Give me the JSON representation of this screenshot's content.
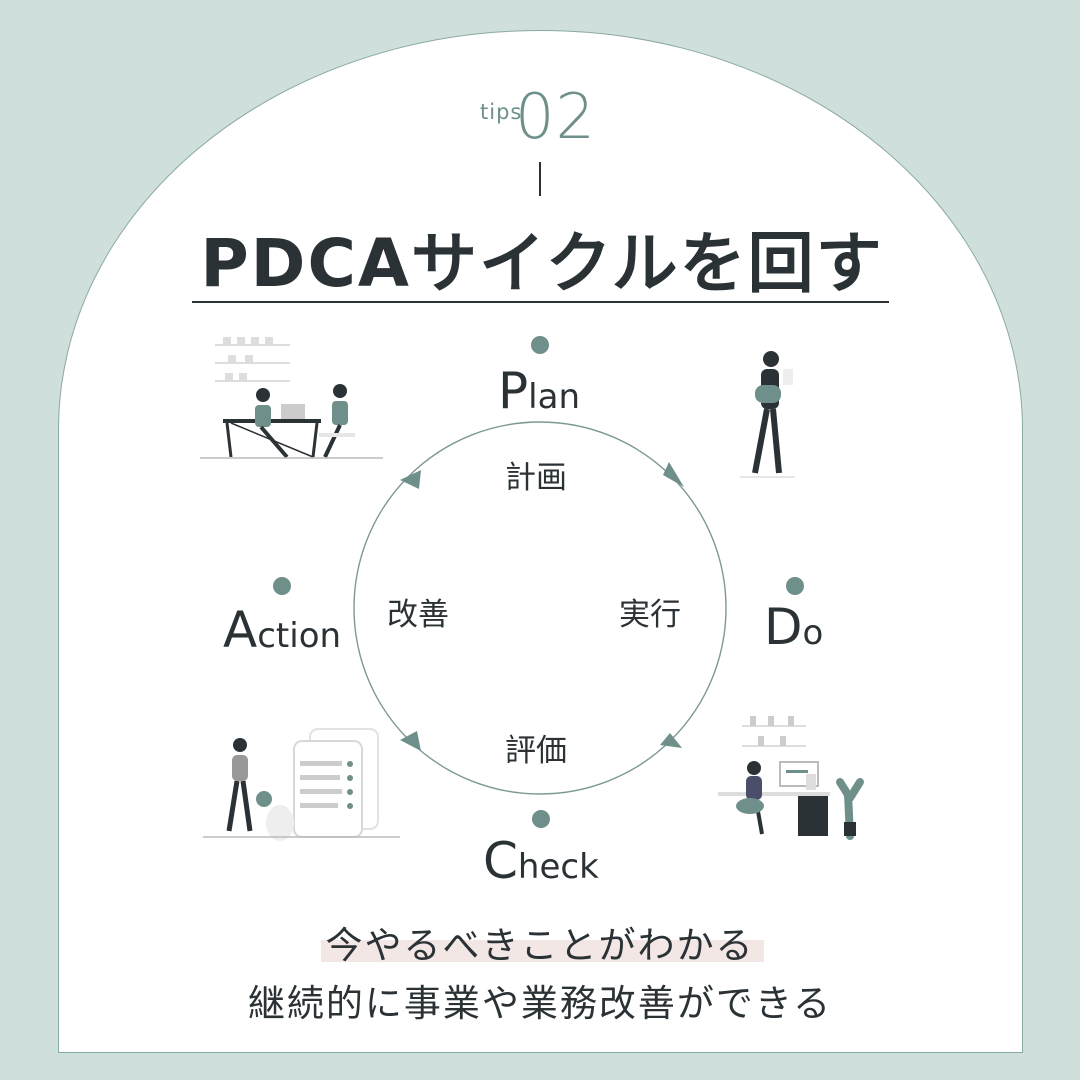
{
  "header": {
    "tips_word": "tips",
    "tips_number": "02",
    "title": "PDCAサイクルを回す"
  },
  "cycle": {
    "plan": {
      "initial": "P",
      "rest": "lan",
      "inner": "計画"
    },
    "do": {
      "initial": "D",
      "rest": "o",
      "inner": "実行"
    },
    "check": {
      "initial": "C",
      "rest": "heck",
      "inner": "評価"
    },
    "action": {
      "initial": "A",
      "rest": "ction",
      "inner": "改善"
    }
  },
  "footer": {
    "line1": "今やるべきことがわかる",
    "line2": "継続的に事業や業務改善ができる"
  },
  "colors": {
    "background": "#cfe0dc",
    "accent": "#6f8f8b",
    "text": "#2b3236",
    "highlight": "#f3e7e5"
  }
}
